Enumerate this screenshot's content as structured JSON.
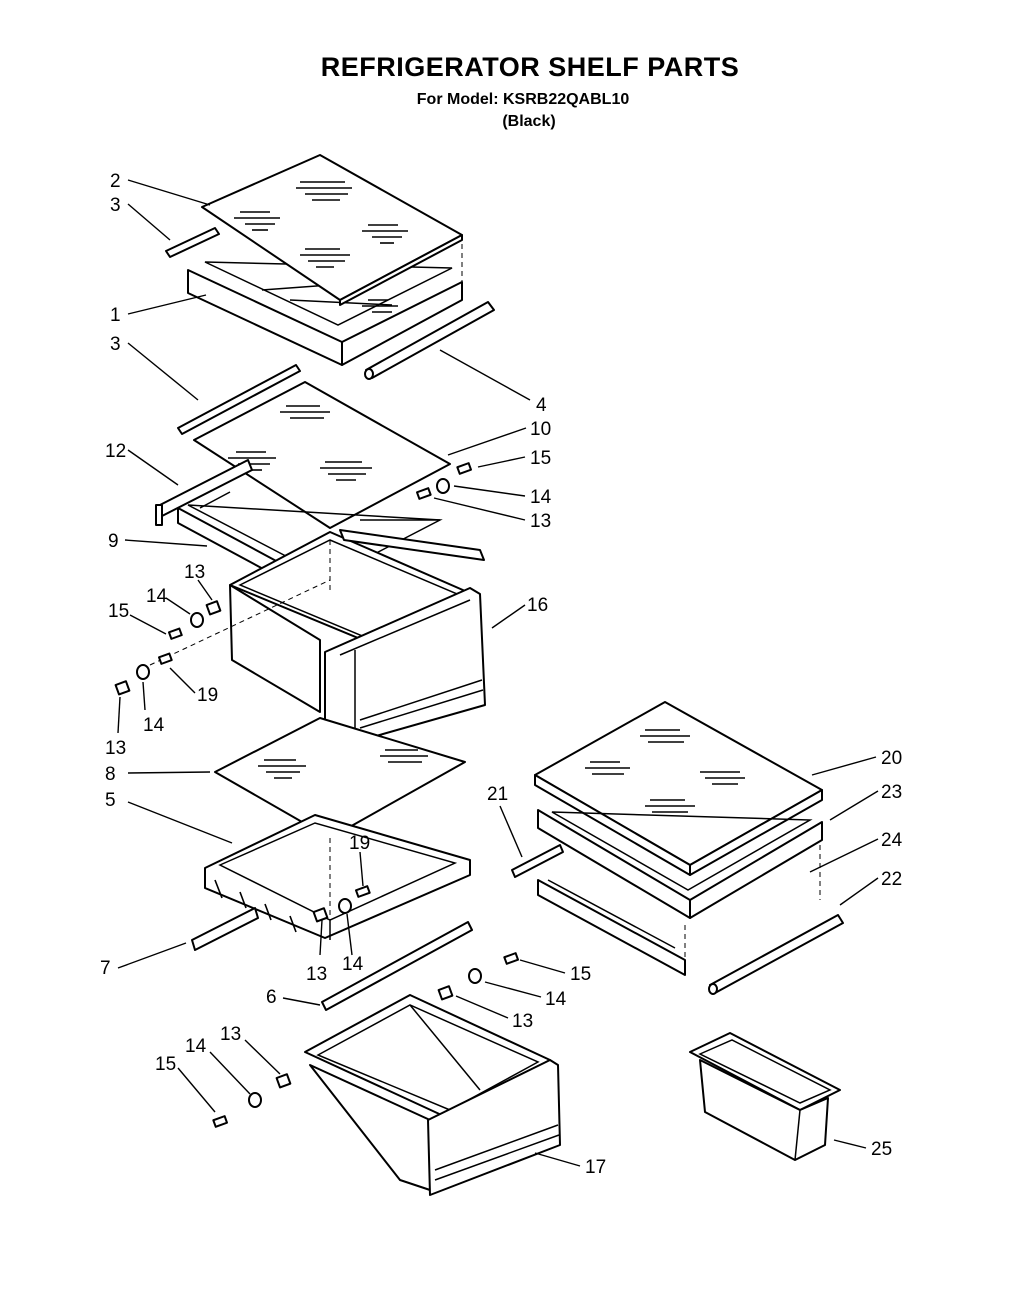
{
  "title": "REFRIGERATOR SHELF PARTS",
  "model_line": "For Model: KSRB22QABL10",
  "color_line": "(Black)",
  "callouts": [
    {
      "id": "c2a",
      "text": "2"
    },
    {
      "id": "c3a",
      "text": "3"
    },
    {
      "id": "c1",
      "text": "1"
    },
    {
      "id": "c3b",
      "text": "3"
    },
    {
      "id": "c4",
      "text": "4"
    },
    {
      "id": "c10",
      "text": "10"
    },
    {
      "id": "c12",
      "text": "12"
    },
    {
      "id": "c15a",
      "text": "15"
    },
    {
      "id": "c14a",
      "text": "14"
    },
    {
      "id": "c13a",
      "text": "13"
    },
    {
      "id": "c9",
      "text": "9"
    },
    {
      "id": "c13b",
      "text": "13"
    },
    {
      "id": "c14b",
      "text": "14"
    },
    {
      "id": "c15b",
      "text": "15"
    },
    {
      "id": "c16",
      "text": "16"
    },
    {
      "id": "c19a",
      "text": "19"
    },
    {
      "id": "c14c",
      "text": "14"
    },
    {
      "id": "c13c",
      "text": "13"
    },
    {
      "id": "c20",
      "text": "20"
    },
    {
      "id": "c8",
      "text": "8"
    },
    {
      "id": "c5",
      "text": "5"
    },
    {
      "id": "c21",
      "text": "21"
    },
    {
      "id": "c23",
      "text": "23"
    },
    {
      "id": "c19b",
      "text": "19"
    },
    {
      "id": "c24",
      "text": "24"
    },
    {
      "id": "c22",
      "text": "22"
    },
    {
      "id": "c7",
      "text": "7"
    },
    {
      "id": "c13d",
      "text": "13"
    },
    {
      "id": "c14d",
      "text": "14"
    },
    {
      "id": "c15c",
      "text": "15"
    },
    {
      "id": "c6",
      "text": "6"
    },
    {
      "id": "c14e",
      "text": "14"
    },
    {
      "id": "c13e",
      "text": "13"
    },
    {
      "id": "c13f",
      "text": "13"
    },
    {
      "id": "c14f",
      "text": "14"
    },
    {
      "id": "c15d",
      "text": "15"
    },
    {
      "id": "c25",
      "text": "25"
    },
    {
      "id": "c17",
      "text": "17"
    }
  ]
}
